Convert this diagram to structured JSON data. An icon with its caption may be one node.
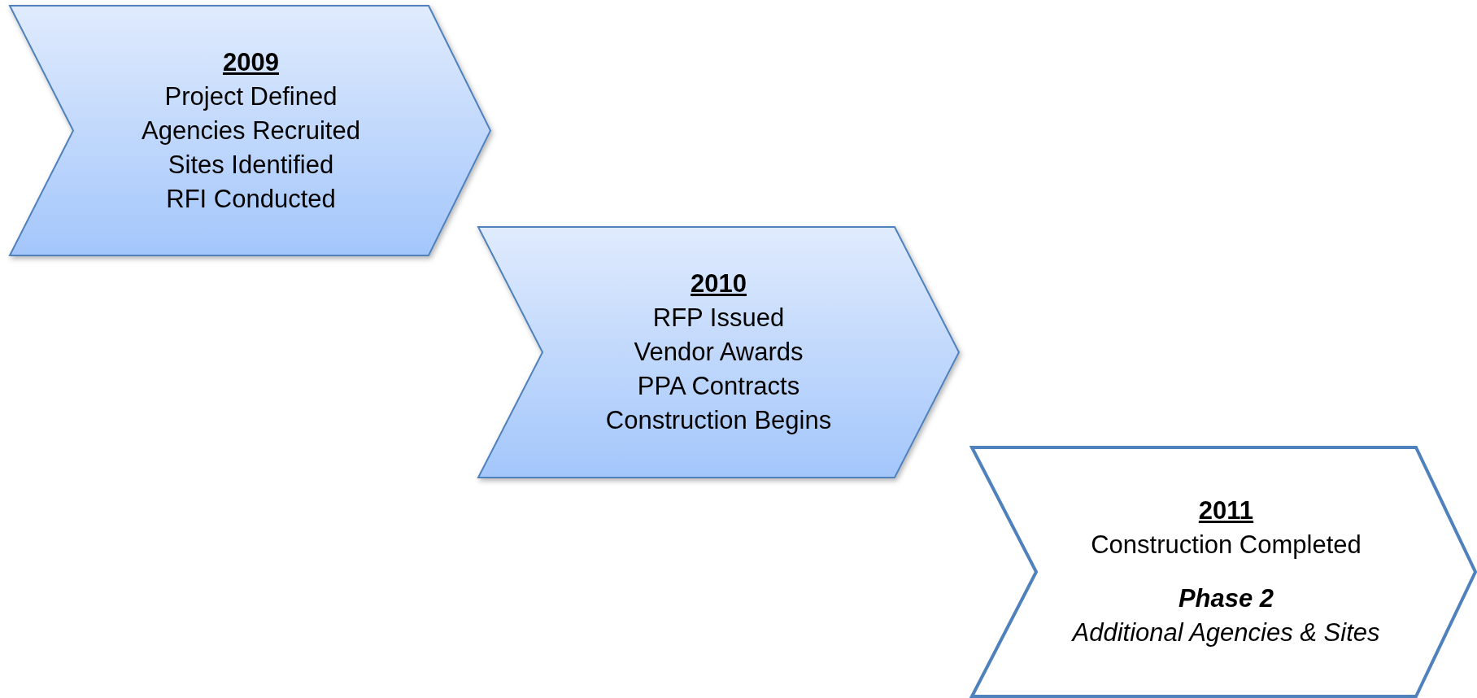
{
  "diagram": {
    "nodes": [
      {
        "text": [
          "2009",
          "Project Defined",
          "Agencies Recruited",
          "Sites Identified",
          "RFI Conducted"
        ]
      },
      {
        "text": [
          "2010",
          "RFP Issued",
          "Vendor Awards",
          "PPA Contracts",
          "Construction Begins"
        ]
      },
      {
        "text": [
          "2011",
          "Construction Completed",
          "Phase 2",
          "Additional Agencies & Sites"
        ]
      }
    ]
  }
}
